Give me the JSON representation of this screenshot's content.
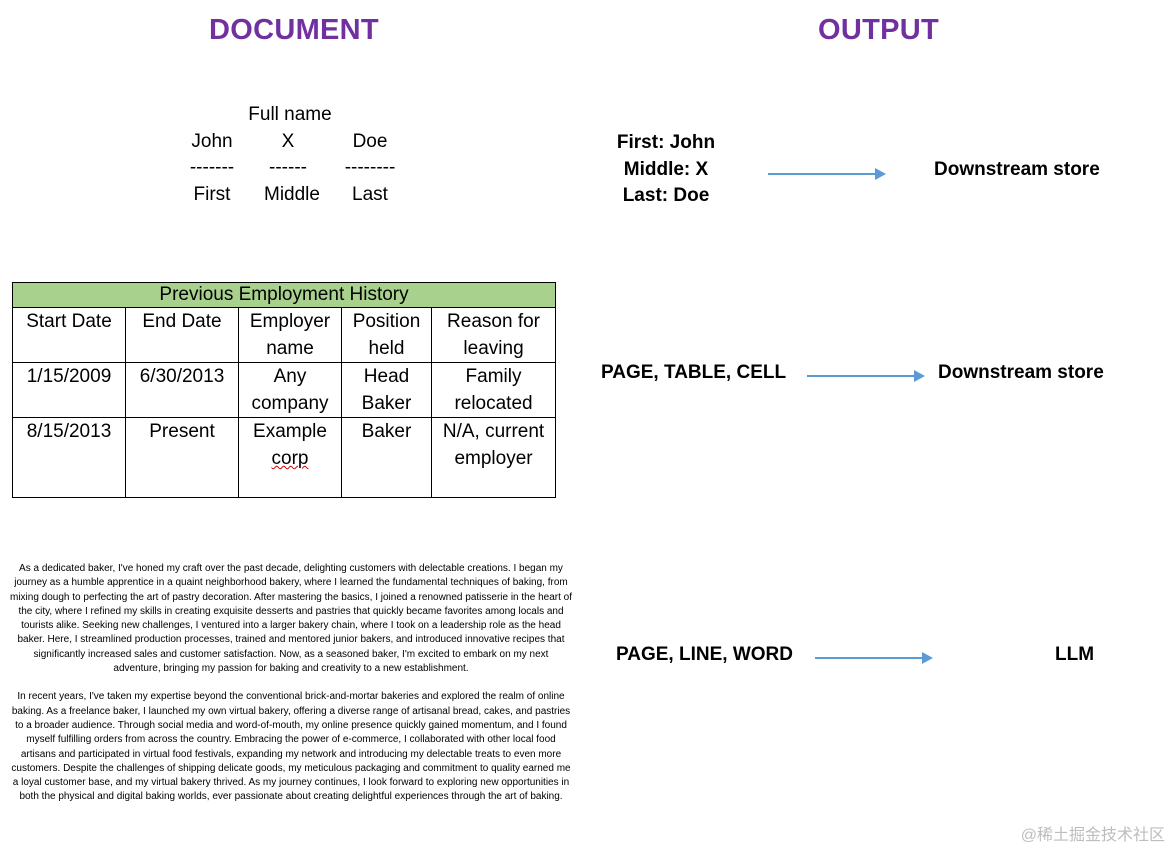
{
  "headings": {
    "document": "DOCUMENT",
    "output": "OUTPUT"
  },
  "name_block": {
    "label": "Full name",
    "values": [
      "John",
      "X",
      "Doe"
    ],
    "dashes": [
      "-------",
      "------",
      "--------"
    ],
    "parts": [
      "First",
      "Middle",
      "Last"
    ]
  },
  "table": {
    "title": "Previous Employment History",
    "headers": [
      "Start Date",
      "End Date",
      "Employer name",
      "Position held",
      "Reason for leaving"
    ],
    "rows": [
      [
        "1/15/2009",
        "6/30/2013",
        "Any company",
        "Head Baker",
        "Family relocated"
      ],
      [
        "8/15/2013",
        "Present",
        "Example corp",
        "Baker",
        "N/A, current employer"
      ]
    ]
  },
  "essay": [
    "As a dedicated baker, I've honed my craft over the past decade, delighting customers with delectable creations. I began my journey as a humble apprentice in a quaint neighborhood bakery, where I learned the fundamental techniques of baking, from mixing dough to perfecting the art of pastry decoration. After mastering the basics, I joined a renowned patisserie in the heart of the city, where I refined my skills in creating exquisite desserts and pastries that quickly became favorites among locals and tourists alike. Seeking new challenges, I ventured into a larger bakery chain, where I took on a leadership role as the head baker. Here, I streamlined production processes, trained and mentored junior bakers, and introduced innovative recipes that significantly increased sales and customer satisfaction. Now, as a seasoned baker, I'm excited to embark on my next adventure, bringing my passion for baking and creativity to a new establishment.",
    "In recent years, I've taken my expertise beyond the conventional brick-and-mortar bakeries and explored the realm of online baking. As a freelance baker, I launched my own virtual bakery, offering a diverse range of artisanal bread, cakes, and pastries to a broader audience. Through social media and word-of-mouth, my online presence quickly gained momentum, and I found myself fulfilling orders from across the country. Embracing the power of e-commerce, I collaborated with other local food artisans and participated in virtual food festivals, expanding my network and introducing my delectable treats to even more customers. Despite the challenges of shipping delicate goods, my meticulous packaging and commitment to quality earned me a loyal customer base, and my virtual bakery thrived. As my journey continues, I look forward to exploring new opportunities in both the physical and digital baking worlds, ever passionate about creating delightful experiences through the art of baking."
  ],
  "outputs": {
    "name_fields": [
      "First: John",
      "Middle: X",
      "Last: Doe"
    ],
    "name_target": "Downstream store",
    "table_label": "PAGE, TABLE, CELL",
    "table_target": "Downstream store",
    "text_label": "PAGE, LINE, WORD",
    "text_target": "LLM"
  },
  "colors": {
    "heading": "#7030a0",
    "arrow": "#5b9bd5",
    "table_title_bg": "#a9d18e"
  },
  "watermark": "@稀土掘金技术社区"
}
